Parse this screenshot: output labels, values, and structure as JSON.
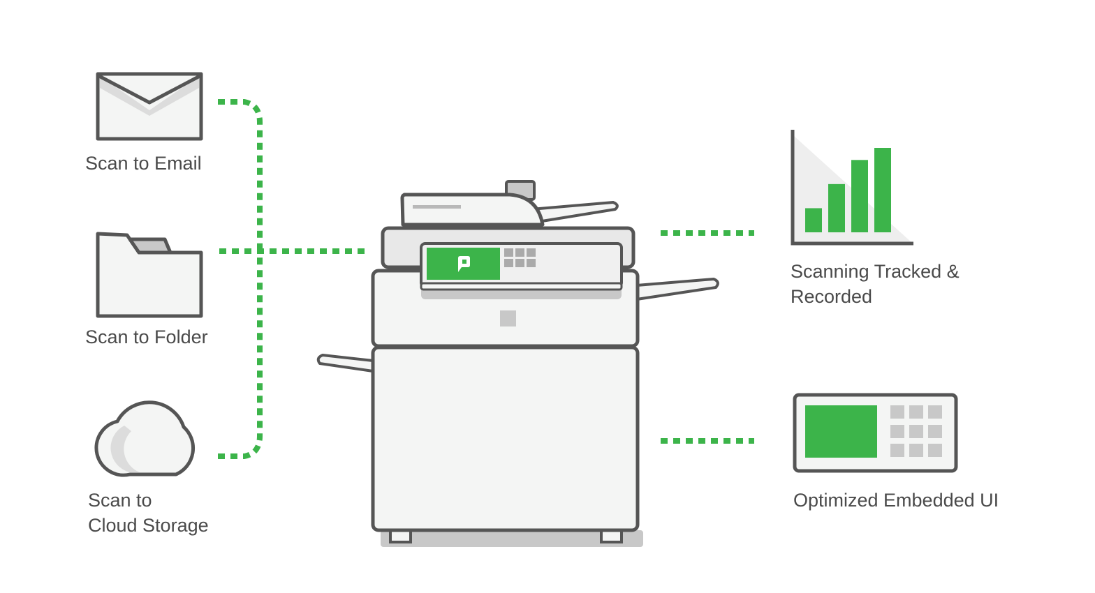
{
  "colors": {
    "accent_green": "#3cb44a",
    "outline": "#555555",
    "fill_light": "#f4f5f4",
    "fill_mid": "#c8c8c8",
    "text": "#4a4a4a"
  },
  "labels": {
    "scan_to_email": "Scan to Email",
    "scan_to_folder": "Scan to Folder",
    "scan_to_cloud_line1": "Scan to",
    "scan_to_cloud_line2": "Cloud Storage",
    "tracked_line1": "Scanning Tracked &",
    "tracked_line2": "Recorded",
    "embedded_ui": "Optimized Embedded UI"
  },
  "icons": {
    "email": "envelope-icon",
    "folder": "folder-icon",
    "cloud": "cloud-icon",
    "chart": "bar-chart-icon",
    "panel": "control-panel-icon",
    "printer": "multifunction-printer"
  },
  "bar_chart_icon_values": [
    2,
    4,
    6,
    7
  ]
}
